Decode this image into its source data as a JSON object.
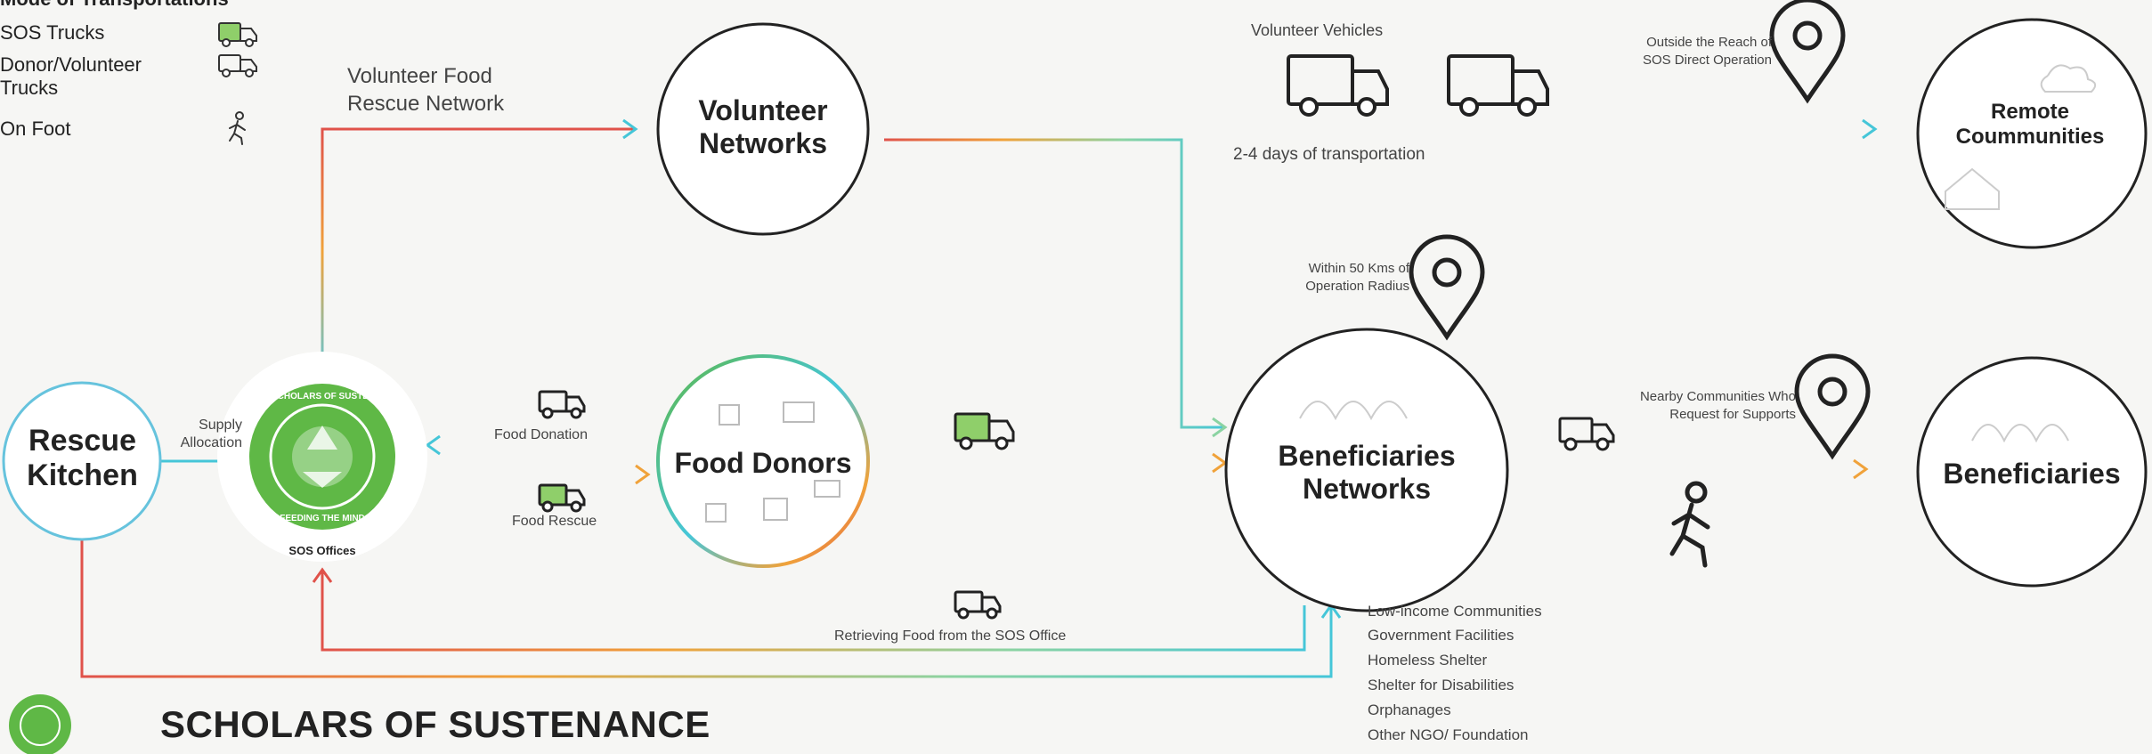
{
  "legend": {
    "title": "Mode of Transportations",
    "items": [
      "SOS Trucks",
      "Donor/Volunteer Trucks",
      "On Foot"
    ]
  },
  "nodes": {
    "rescue_kitchen": "Rescue Kitchen",
    "sos_offices": "SOS Offices",
    "volunteer_networks": "Volunteer Networks",
    "food_donors": "Food Donors",
    "beneficiaries_networks": "Beneficiaries Networks",
    "remote_communities": "Remote Coummunities",
    "beneficiaries": "Beneficiaries"
  },
  "seal": {
    "top_text": "SCHOLARS OF SUSTENANCE",
    "bottom_text": "FEEDING THE MIND"
  },
  "labels": {
    "volunteer_food_rescue": "Volunteer Food Rescue Network",
    "supply_allocation": "Supply Allocation",
    "food_donation": "Food Donation",
    "food_rescue": "Food Rescue",
    "volunteer_vehicles": "Volunteer Vehicles",
    "transport_days": "2-4 days of transportation",
    "outside_reach": "Outside the Reach of SOS Direct Operation",
    "within_50": "Within 50 Kms of Operation Radius",
    "nearby_communities": "Nearby Communities Who Request for Supports",
    "retrieving_food": "Retrieving Food from the SOS Office"
  },
  "beneficiary_types": [
    "Low-income Communities",
    "Government Facilities",
    "Homeless Shelter",
    "Shelter for Disabilities",
    "Orphanages",
    "Other NGO/ Foundation"
  ],
  "brand_name": "SCHOLARS OF SUSTENANCE",
  "colors": {
    "green": "#5fb846",
    "accent_cyan": "#45c6d8",
    "accent_orange": "#f0a23a",
    "accent_red": "#e0524a"
  }
}
